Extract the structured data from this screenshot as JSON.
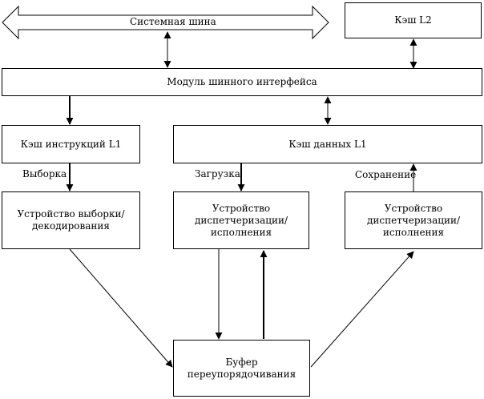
{
  "bus": {
    "label": "Системная шина"
  },
  "boxes": {
    "l2_cache": "Кэш L2",
    "bus_interface": "Модуль шинного интерфейса",
    "l1_instruction": "Кэш инструкций L1",
    "l1_data": "Кэш данных L1",
    "fetch_decode_unit": "Устройство выборки/ декодирования",
    "dispatch_execute_1": "Устройство диспетчеризации/исполнения",
    "dispatch_execute_2": "Устройство диспетчеризации/исполнения",
    "reorder_buffer": "Буфер переупорядочивания"
  },
  "edge_labels": {
    "fetch": "Выборка",
    "load": "Загрузка",
    "store": "Сохранение"
  }
}
